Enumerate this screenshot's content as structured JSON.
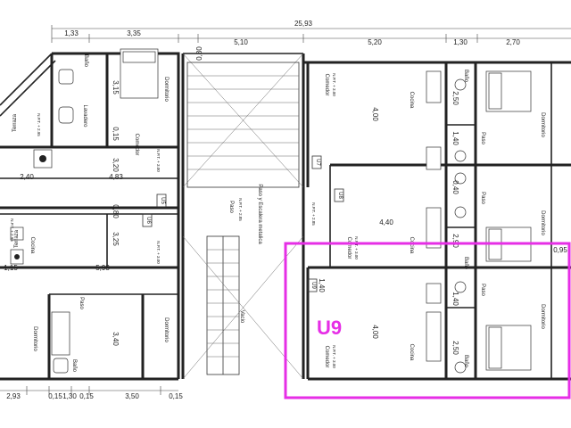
{
  "dimensions_top": {
    "overall": "25,93",
    "d1": "1,33",
    "d2": "3,35",
    "d3": "0,80",
    "d4": "5,10",
    "d5": "5,20",
    "d6": "1,30",
    "d7": "2,70"
  },
  "dimensions_bottom": {
    "b1": "2,93",
    "b2": "0,15",
    "b3": "1,30",
    "b4": "0,15",
    "b5": "3,50",
    "b6": "0,15"
  },
  "dimensions_inner": {
    "v315": "3,15",
    "v015a": "0,15",
    "v320": "3,20",
    "v483": "4,83",
    "v240": "2,40",
    "v080": "0,80",
    "v325": "3,25",
    "v593": "5,93",
    "v115": "1,15",
    "v340": "3,40",
    "v400a": "4,00",
    "v440": "4,40",
    "v250a": "2,50",
    "v140a": "1,40",
    "v040": "0,40",
    "v290": "2,90",
    "v400b": "4,00",
    "v250b": "2,50",
    "v140b": "1,40",
    "v095": "0,95"
  },
  "rooms": {
    "bano": "Baño",
    "dormitorio": "Dormitorio",
    "comedor": "Comedor",
    "cocina": "Cocina",
    "lavadero": "Lavadero",
    "terraza": "Terraza",
    "paso": "Paso",
    "escalera": "Paso y Escalera metalica",
    "vacio": "Vacio"
  },
  "levels": {
    "npt_300": "N.P.T. + 3.00",
    "npt_285": "N.P.T. + 2.85",
    "npt_295": "N.P.T. + 2.95"
  },
  "units": {
    "u6": "U6",
    "u5": "U5",
    "u7": "U7",
    "u8": "U8",
    "u9": "U9"
  },
  "highlight": {
    "label": "U9",
    "color": "#e62ee6"
  }
}
